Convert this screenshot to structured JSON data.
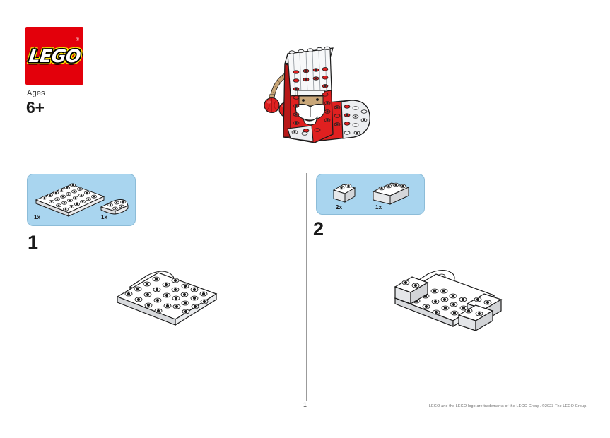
{
  "document": {
    "type": "lego-building-instructions",
    "page_number": "1",
    "footer_legal": "LEGO and the LEGO logo are trademarks of the LEGO Group. ©2023 The LEGO Group."
  },
  "brand": {
    "logo_text": "LEGO",
    "logo_trademark": "®",
    "logo_bg_color": "#e3000b",
    "logo_outline_color": "#ffe500",
    "logo_letter_color": "#ffffff"
  },
  "ages": {
    "label": "Ages",
    "value": "6+"
  },
  "hero": {
    "alt": "Completed LEGO Christmas stocking with Santa face and hanging baubles",
    "colors": {
      "red": "#e02020",
      "red_dark": "#b81818",
      "white": "#ffffff",
      "light_gray": "#d8dadd",
      "tan": "#c9a779",
      "outline": "#1a1a1a"
    }
  },
  "steps": [
    {
      "number": "1",
      "parts": [
        {
          "name": "plate-4x8-white",
          "quantity": "1x",
          "color": "#ffffff"
        },
        {
          "name": "plate-2x3-rounded-white",
          "quantity": "1x",
          "color": "#ffffff"
        }
      ]
    },
    {
      "number": "2",
      "parts": [
        {
          "name": "brick-1x2-white",
          "quantity": "2x",
          "color": "#ffffff"
        },
        {
          "name": "brick-1x4-white",
          "quantity": "1x",
          "color": "#ffffff"
        }
      ]
    }
  ],
  "colors": {
    "parts_box_fill": "#a9d5ef",
    "parts_box_stroke": "#8cbcd8",
    "divider": "#9b9b9b",
    "brick_white": "#ffffff",
    "brick_shade_top": "#f2f3f5",
    "brick_shade_side": "#d9dbde",
    "brick_shade_front": "#e8eaec",
    "stud_dark": "#1e1e1e",
    "outline": "#1a1a1a"
  }
}
